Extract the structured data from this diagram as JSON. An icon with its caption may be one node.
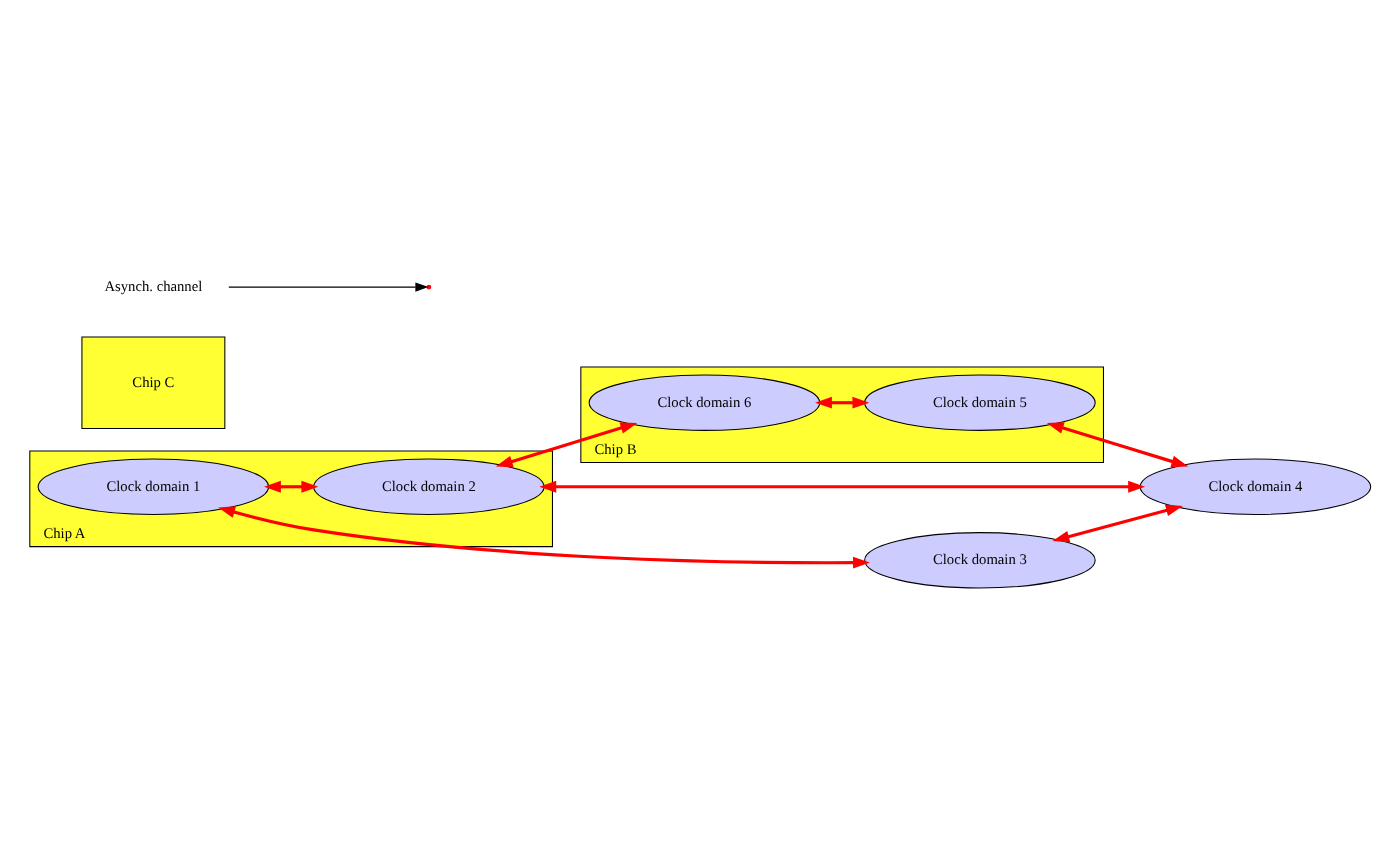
{
  "diagram": {
    "nodes": [
      {
        "text": [
          "Chip A"
        ]
      },
      {
        "text": [
          "Clock domain 1"
        ],
        "in": 0
      },
      {
        "text": [
          "Clock domain 3"
        ]
      },
      {
        "text": [
          "Chip C"
        ]
      },
      {
        "text": [
          "Clock domain 4"
        ]
      },
      {
        "text": [
          "Clock domain 2"
        ],
        "in": 0
      },
      {
        "text": [
          "Asynch. channel"
        ]
      },
      {
        "text": [
          "Chip B"
        ]
      },
      {
        "text": [
          "Clock domain 6"
        ],
        "in": 7
      },
      {
        "text": [
          "Clock domain 5"
        ],
        "in": 7
      }
    ],
    "edges": [
      {
        "from": 1,
        "to": 2,
        "arrow": "both"
      },
      {
        "from": 2,
        "to": 4,
        "arrow": "both"
      },
      {
        "from": 1,
        "to": 5,
        "arrow": "both"
      },
      {
        "from": 5,
        "to": 4,
        "arrow": "both"
      },
      {
        "from": 5,
        "to": 8,
        "arrow": "both"
      },
      {
        "from": 8,
        "to": 9,
        "arrow": "both"
      },
      {
        "from": 9,
        "to": 4,
        "arrow": "both"
      },
      {
        "from": 6,
        "to": null,
        "arrow": "to",
        "color": "#000000"
      }
    ]
  }
}
